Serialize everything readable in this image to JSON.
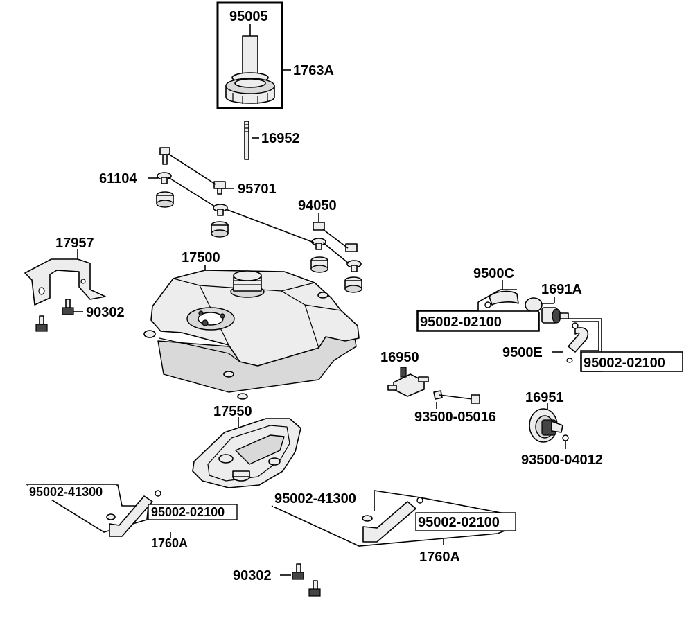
{
  "labels": {
    "cap_gauge": "95005",
    "cap_assy": "1763A",
    "gauge_rod": "16952",
    "bolt_top_left": "61104",
    "bolt_top_right": "95701",
    "nut_right": "94050",
    "bracket": "17957",
    "bracket_bolt": "90302",
    "tank": "17500",
    "hose_upper": "9500C",
    "fuel_pump": "1691A",
    "clamp_upper": "95002-02100",
    "hose_lower": "9500E",
    "clamp_lower": "95002-02100",
    "valve": "16950",
    "valve_bolt": "93500-05016",
    "sender": "16951",
    "sender_screw": "93500-04012",
    "tray": "17550",
    "left_clamp_big": "95002-41300",
    "left_clamp_small": "95002-02100",
    "left_hose": "1760A",
    "right_clamp_big": "95002-41300",
    "right_clamp_small": "95002-02100",
    "right_hose": "1760A",
    "bottom_bolt": "90302"
  }
}
